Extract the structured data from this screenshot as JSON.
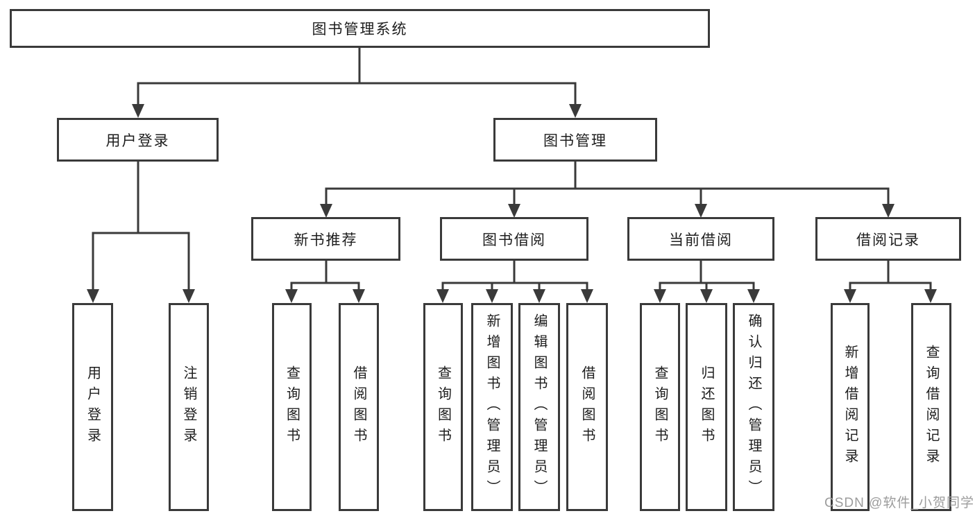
{
  "colors": {
    "line": "#3a3a3a",
    "box_border": "#3a3a3a",
    "text": "#1d1d1d",
    "watermark": "#9c9c9c",
    "background": "#ffffff"
  },
  "watermark": {
    "text": "CSDN @软件_小贺同学"
  },
  "tree": {
    "root": {
      "label": "图书管理系统",
      "children": [
        {
          "label": "用户登录",
          "children": [
            {
              "label": "用户登录"
            },
            {
              "label": "注销登录"
            }
          ]
        },
        {
          "label": "图书管理",
          "children": [
            {
              "label": "新书推荐",
              "children": [
                {
                  "label": "查询图书"
                },
                {
                  "label": "借阅图书"
                }
              ]
            },
            {
              "label": "图书借阅",
              "children": [
                {
                  "label": "查询图书"
                },
                {
                  "label": "新增图书（管理员）"
                },
                {
                  "label": "编辑图书（管理员）"
                },
                {
                  "label": "借阅图书"
                }
              ]
            },
            {
              "label": "当前借阅",
              "children": [
                {
                  "label": "查询图书"
                },
                {
                  "label": "归还图书"
                },
                {
                  "label": "确认归还（管理员）"
                }
              ]
            },
            {
              "label": "借阅记录",
              "children": [
                {
                  "label": "新增借阅记录"
                },
                {
                  "label": "查询借阅记录"
                }
              ]
            }
          ]
        }
      ]
    }
  }
}
